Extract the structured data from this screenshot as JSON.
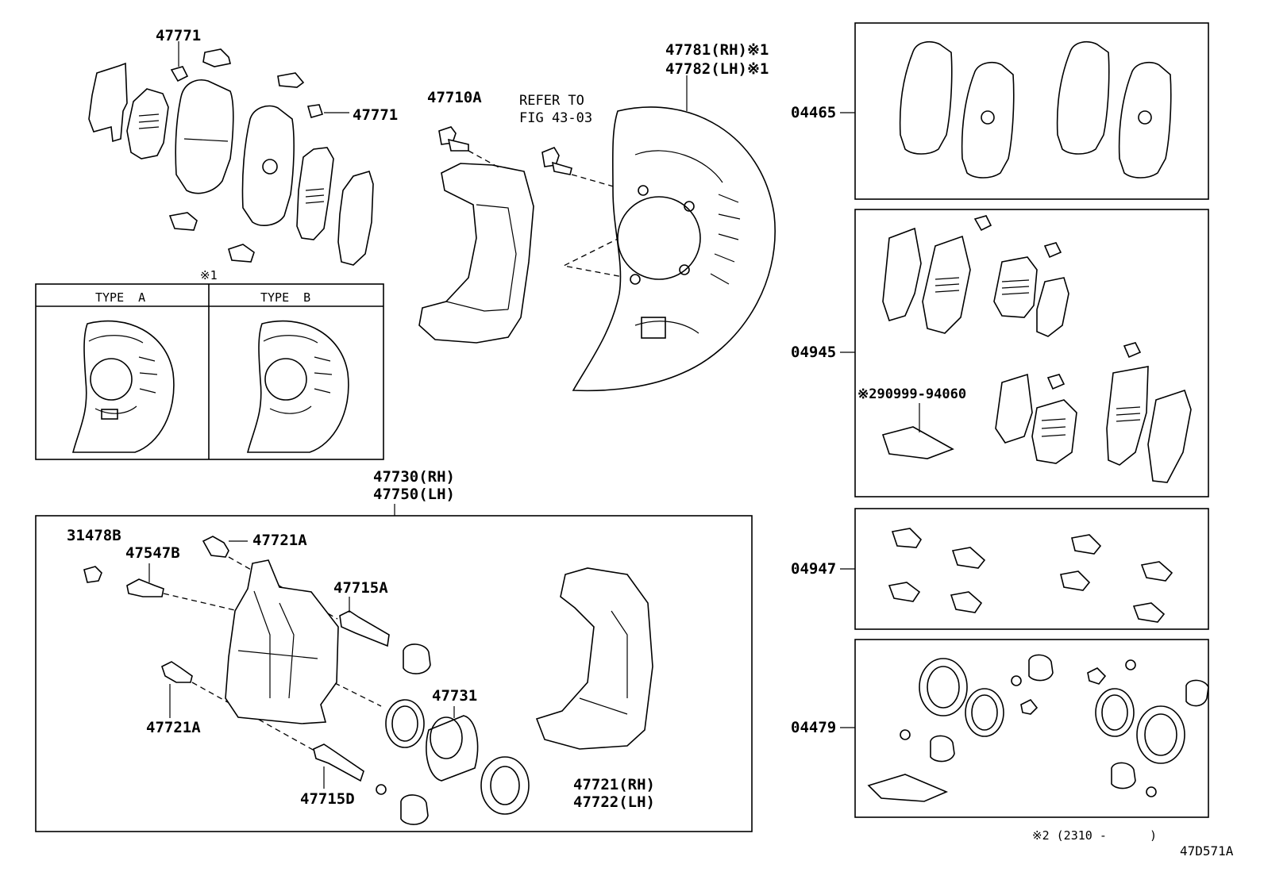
{
  "labels": {
    "clip_top": "47771",
    "clip_right": "47771",
    "bolt_top": "47710A",
    "refer_line1": "REFER TO",
    "refer_line2": "FIG 43-03",
    "shield_rh": "47781(RH)※1",
    "shield_lh": "47782(LH)※1",
    "note_mark": "※1",
    "type_a": "TYPE  A",
    "type_b": "TYPE  B",
    "caliper_rh": "47730(RH)",
    "caliper_lh": "47750(LH)",
    "cap": "31478B",
    "bleeder": "47547B",
    "bolt_upper": "47721A",
    "bolt_lower": "47721A",
    "pin_upper": "47715A",
    "pin_lower": "47715D",
    "piston": "47731",
    "mount_rh": "47721(RH)",
    "mount_lh": "47722(LH)",
    "kit_pads": "04465",
    "kit_shims": "04945",
    "grease": "※290999-94060",
    "kit_clips": "04947",
    "kit_seals": "04479",
    "footnote": "※2 (2310 -      )",
    "diagram_code": "47D571A"
  }
}
